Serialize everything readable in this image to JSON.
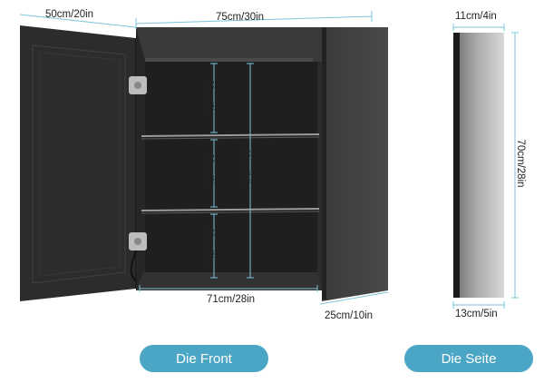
{
  "dimensions": {
    "door_width": "50cm/20in",
    "cabinet_width": "75cm/30in",
    "shelf_gap_1": "20cm/8in",
    "shelf_gap_2": "20cm/8in",
    "shelf_gap_3": "20cm/8in",
    "inner_height": "60cm/24in",
    "inner_width": "71cm/28in",
    "depth": "25cm/10in",
    "side_top_depth": "11cm/4in",
    "side_height": "70cm/28in",
    "side_bottom_depth": "13cm/5in"
  },
  "labels": {
    "front": "Die Front",
    "side": "Die Seite"
  },
  "colors": {
    "accent": "#4aa6c4",
    "cabinet": "#2e2e2e",
    "interior": "#1e1e1e",
    "dimension_line": "#7ec3dc"
  }
}
